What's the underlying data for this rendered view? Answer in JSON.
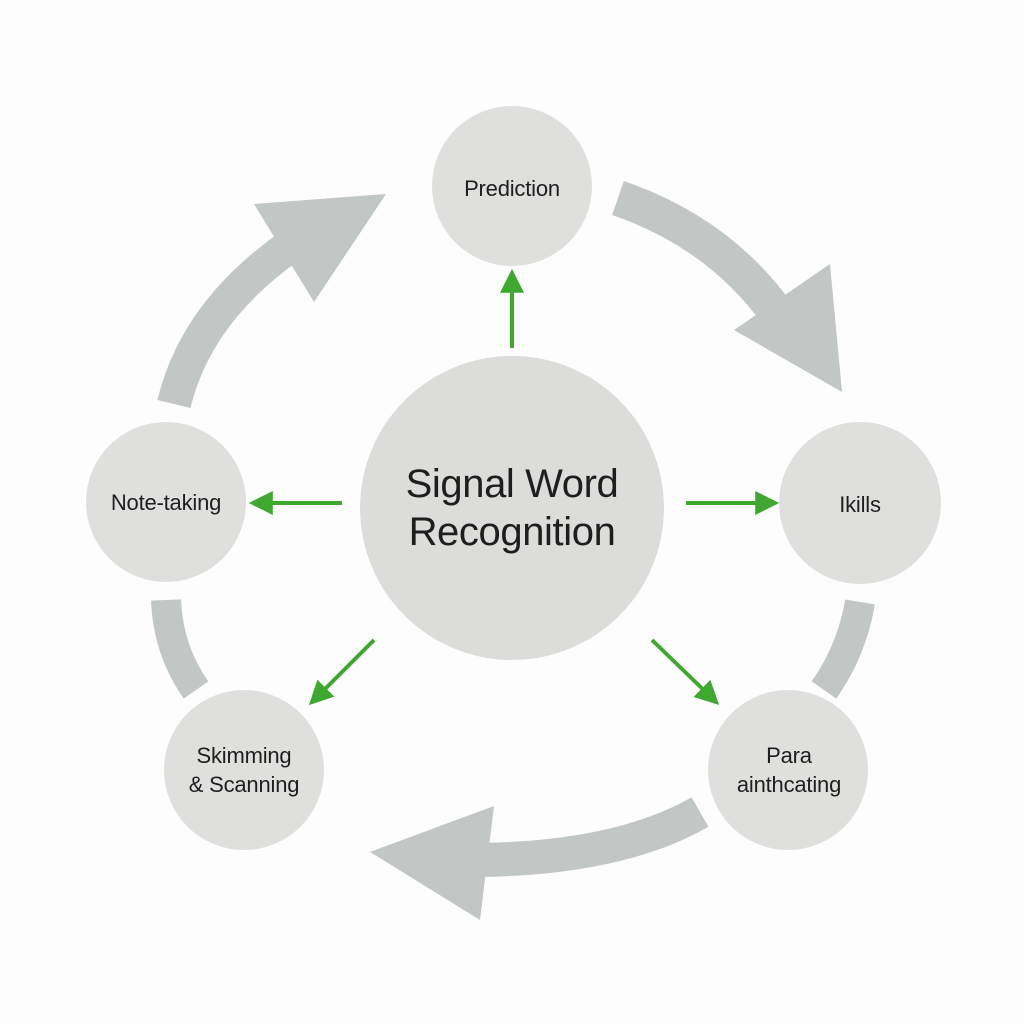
{
  "diagram": {
    "center": {
      "lines": [
        "Signal Word",
        "Recognition"
      ]
    },
    "nodes": [
      {
        "id": "prediction",
        "lines": [
          "Prediction"
        ]
      },
      {
        "id": "ikills",
        "lines": [
          "Ikills"
        ]
      },
      {
        "id": "para",
        "lines": [
          "Para",
          "ainthcating"
        ]
      },
      {
        "id": "skimming",
        "lines": [
          "Skimming",
          "& Scanning"
        ]
      },
      {
        "id": "note-taking",
        "lines": [
          "Note-taking"
        ]
      }
    ],
    "colors": {
      "node_fill": "#dfdfde",
      "center_fill": "#dcdcdb",
      "cycle_arrow": "#c2c6c5",
      "spoke_arrow": "#3fa92f",
      "text": "#1e1e1e"
    }
  }
}
